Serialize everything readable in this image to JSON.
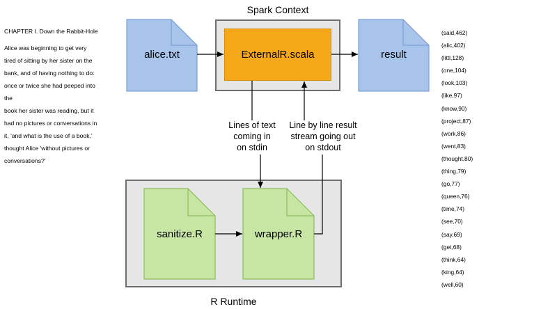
{
  "source_text": {
    "heading": "CHAPTER I. Down the Rabbit-Hole",
    "lines": [
      "Alice was beginning to get very",
      "tired of sitting by her sister on the",
      "bank, and of having nothing to do:",
      "once or twice she had peeped into",
      "the",
      "book her sister was reading, but it",
      "had no pictures or conversations in",
      "it, 'and what is the use of a book,'",
      "thought Alice 'without pictures or",
      "conversations?'"
    ]
  },
  "diagram": {
    "spark_context_title": "Spark Context",
    "r_runtime_title": "R Runtime",
    "input_file": "alice.txt",
    "spark_process": "ExternalR.scala",
    "output_file": "result",
    "sanitize_script": "sanitize.R",
    "wrapper_script": "wrapper.R",
    "stdin_label": [
      "Lines of text",
      "coming in",
      "on stdin"
    ],
    "stdout_label": [
      "Line by line result",
      "stream going out",
      "on stdout"
    ]
  },
  "results": [
    "(said,462)",
    "(alic,402)",
    "(littl,128)",
    "(one,104)",
    "(look,103)",
    "(like,97)",
    "(know,90)",
    "(project,87)",
    "(work,86)",
    "(went,83)",
    "(thought,80)",
    "(thing,79)",
    "(go,77)",
    "(queen,76)",
    "(time,74)",
    "(see,70)",
    "(say,69)",
    "(get,68)",
    "(think,64)",
    "(king,64)",
    "(well,60)"
  ],
  "colors": {
    "doc_blue_fill": "#a9c4eb",
    "doc_blue_stroke": "#7b9ed6",
    "doc_green_fill": "#c7e5a3",
    "doc_green_stroke": "#8cbd5a",
    "process_orange": "#f5a818",
    "container_gray": "#e6e6e6"
  }
}
